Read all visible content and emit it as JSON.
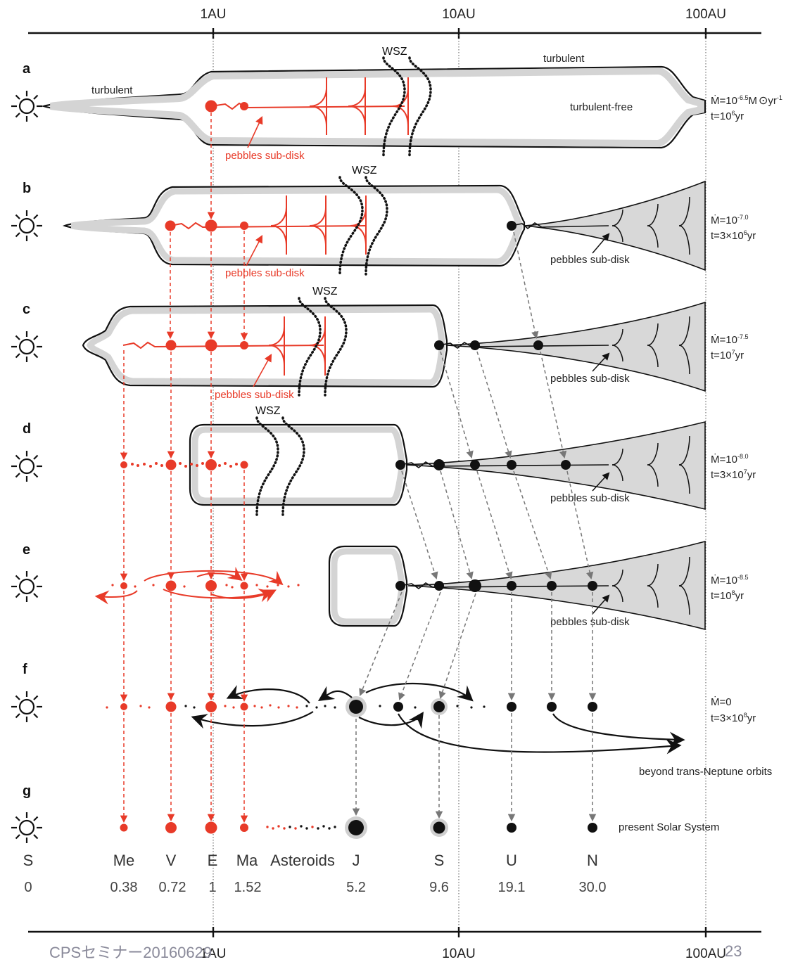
{
  "axis": {
    "ticks": [
      "1AU",
      "10AU",
      "100AU"
    ]
  },
  "panels": [
    {
      "letter": "a",
      "mdot": "Ṁ=10",
      "mdot_exp": "-6.5",
      "mdot_unit": "M",
      "mdot_unit2": "yr",
      "mdot_unit2_exp": "-1",
      "t": "t=10",
      "t_exp": "6",
      "t_unit": "yr"
    },
    {
      "letter": "b",
      "mdot": "Ṁ=10",
      "mdot_exp": "-7.0",
      "t": "t=3×10",
      "t_exp": "6",
      "t_unit": "yr"
    },
    {
      "letter": "c",
      "mdot": "Ṁ=10",
      "mdot_exp": "-7.5",
      "t": "t=10",
      "t_exp": "7",
      "t_unit": "yr"
    },
    {
      "letter": "d",
      "mdot": "Ṁ=10",
      "mdot_exp": "-8.0",
      "t": "t=3×10",
      "t_exp": "7",
      "t_unit": "yr"
    },
    {
      "letter": "e",
      "mdot": "Ṁ=10",
      "mdot_exp": "-8.5",
      "t": "t=10",
      "t_exp": "8",
      "t_unit": "yr"
    },
    {
      "letter": "f",
      "mdot": "Ṁ=0",
      "mdot_exp": "",
      "t": "t=3×10",
      "t_exp": "8",
      "t_unit": "yr"
    },
    {
      "letter": "g"
    }
  ],
  "labels": {
    "turbulent": "turbulent",
    "turbulent_free": "turbulent-free",
    "pebbles": "pebbles sub-disk",
    "wsz": "WSZ",
    "beyond": "beyond trans-Neptune orbits",
    "present": "present Solar System"
  },
  "planets": [
    {
      "name": "S",
      "dist": "0"
    },
    {
      "name": "Me",
      "dist": "0.38"
    },
    {
      "name": "V",
      "dist": "0.72"
    },
    {
      "name": "E",
      "dist": "1"
    },
    {
      "name": "Ma",
      "dist": "1.52"
    },
    {
      "name": "Asteroids",
      "dist": ""
    },
    {
      "name": "J",
      "dist": "5.2"
    },
    {
      "name": "S",
      "dist": "9.6"
    },
    {
      "name": "U",
      "dist": "19.1"
    },
    {
      "name": "N",
      "dist": "30.0"
    }
  ],
  "footer": {
    "left": "CPSセミナー20160629",
    "page": "23"
  },
  "colors": {
    "red": "#e83a28",
    "black": "#111111",
    "disk_border": "#d4d4d4",
    "outer_gray": "#d8d8d8"
  }
}
